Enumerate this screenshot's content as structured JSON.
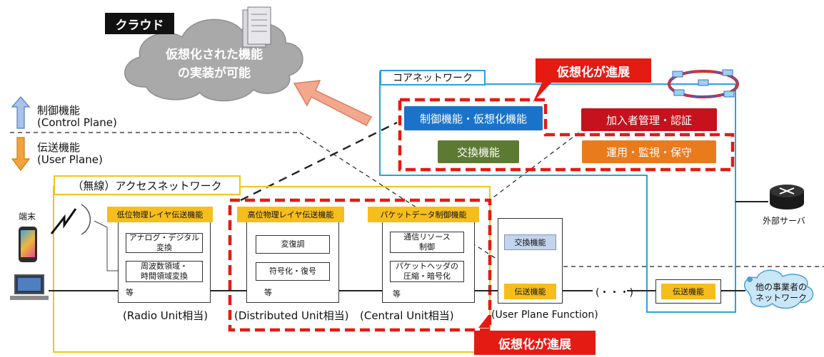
{
  "cloud": {
    "tag": "クラウド",
    "line1": "仮想化された機能",
    "line2": "の実装が可能"
  },
  "planes": {
    "control_jp": "制御機能",
    "control_en": "(Control Plane)",
    "user_jp": "伝送機能",
    "user_en": "(User Plane)"
  },
  "core": {
    "title": "コアネットワーク",
    "virt_tag": "仮想化が進展",
    "ctrl_virt": "制御機能・仮想化機能",
    "subscriber": "加入者管理・認証",
    "switching": "交換機能",
    "oam": "運用・監視・保守"
  },
  "access": {
    "title": "（無線）アクセスネットワーク",
    "terminal": "端末",
    "ru": {
      "head": "低位物理レイヤ伝送機能",
      "item1": "アナログ・デジタル\n変換",
      "item2": "周波数領域・\n時間領域変換",
      "etc": "等",
      "label": "(Radio Unit相当)"
    },
    "du": {
      "head": "高位物理レイヤ伝送機能",
      "item1": "変復調",
      "item2": "符号化・復号",
      "etc": "等",
      "label": "(Distributed Unit相当)"
    },
    "cu": {
      "head": "パケットデータ制御機能",
      "item1": "通信リソース\n制御",
      "item2": "パケットヘッダの\n圧縮・暗号化",
      "etc": "等",
      "label": "(Central Unit相当)"
    },
    "upf": {
      "switch": "交換機能",
      "trans": "伝送機能",
      "label": "(User Plane Function)"
    },
    "dots": "(・・・)",
    "trans2": "伝送機能",
    "virt_tag": "仮想化が進展"
  },
  "external": {
    "server": "外部サーバ",
    "other_net": "他の事業者の\nネットワーク"
  },
  "colors": {
    "blue_box": "#1a73c9",
    "red_box": "#c5121c",
    "green_box": "#5d7a33",
    "orange_box": "#ea7b1c",
    "yellow_bar": "#f5be1c",
    "red_dash": "#e41b13",
    "core_border": "#29a3dc",
    "access_border": "#f5c21c"
  }
}
